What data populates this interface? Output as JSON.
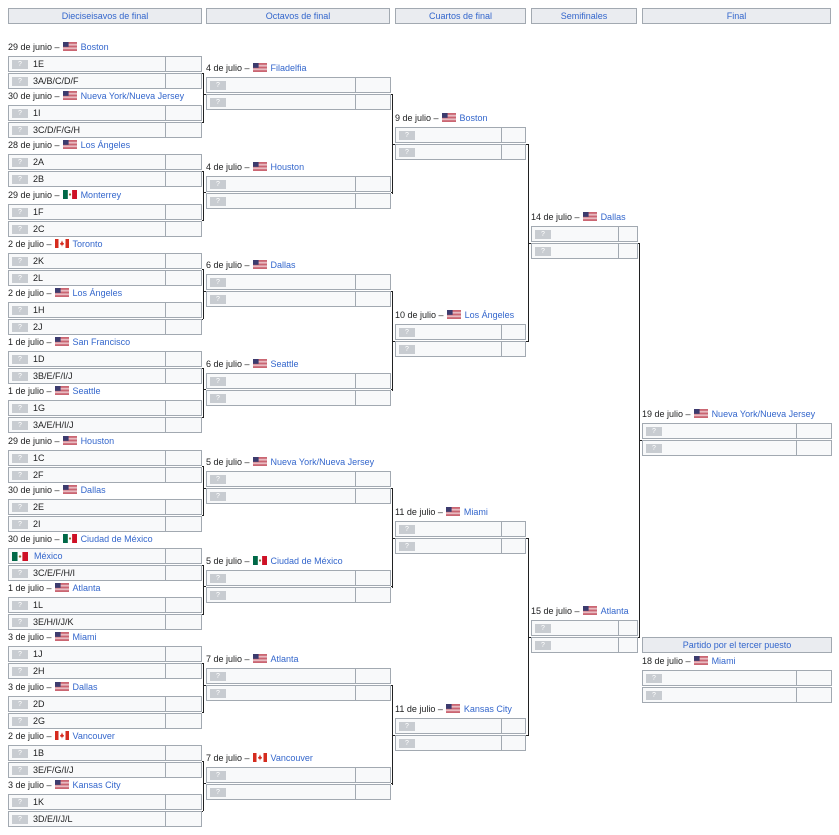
{
  "headers": {
    "r32": "Dieciseisavos de final",
    "r16": "Octavos de final",
    "qf": "Cuartos de final",
    "sf": "Semifinales",
    "final": "Final",
    "third": "Partido por el tercer puesto"
  },
  "unknown_mark": "?",
  "round_of_32": [
    {
      "date": "29 de junio",
      "flag": "us-flag",
      "venue": "Boston",
      "teams": [
        "1E",
        "3A/B/C/D/F"
      ]
    },
    {
      "date": "30 de junio",
      "flag": "us-flag",
      "venue": "Nueva York/Nueva Jersey",
      "teams": [
        "1I",
        "3C/D/F/G/H"
      ]
    },
    {
      "date": "28 de junio",
      "flag": "us-flag",
      "venue": "Los Ángeles",
      "teams": [
        "2A",
        "2B"
      ]
    },
    {
      "date": "29 de junio",
      "flag": "mx-flag",
      "venue": "Monterrey",
      "teams": [
        "1F",
        "2C"
      ]
    },
    {
      "date": "2 de julio",
      "flag": "ca-flag",
      "venue": "Toronto",
      "teams": [
        "2K",
        "2L"
      ]
    },
    {
      "date": "2 de julio",
      "flag": "us-flag",
      "venue": "Los Ángeles",
      "teams": [
        "1H",
        "2J"
      ]
    },
    {
      "date": "1 de julio",
      "flag": "us-flag",
      "venue": "San Francisco",
      "teams": [
        "1D",
        "3B/E/F/I/J"
      ]
    },
    {
      "date": "1 de julio",
      "flag": "us-flag",
      "venue": "Seattle",
      "teams": [
        "1G",
        "3A/E/H/I/J"
      ]
    },
    {
      "date": "29 de junio",
      "flag": "us-flag",
      "venue": "Houston",
      "teams": [
        "1C",
        "2F"
      ]
    },
    {
      "date": "30 de junio",
      "flag": "us-flag",
      "venue": "Dallas",
      "teams": [
        "2E",
        "2I"
      ]
    },
    {
      "date": "30 de junio",
      "flag": "mx-flag",
      "venue": "Ciudad de México",
      "teams": [
        "México",
        "3C/E/F/H/I"
      ],
      "country_first": true
    },
    {
      "date": "1 de julio",
      "flag": "us-flag",
      "venue": "Atlanta",
      "teams": [
        "1L",
        "3E/H/I/J/K"
      ]
    },
    {
      "date": "3 de julio",
      "flag": "us-flag",
      "venue": "Miami",
      "teams": [
        "1J",
        "2H"
      ]
    },
    {
      "date": "3 de julio",
      "flag": "us-flag",
      "venue": "Dallas",
      "teams": [
        "2D",
        "2G"
      ]
    },
    {
      "date": "2 de julio",
      "flag": "ca-flag",
      "venue": "Vancouver",
      "teams": [
        "1B",
        "3E/F/G/I/J"
      ]
    },
    {
      "date": "3 de julio",
      "flag": "us-flag",
      "venue": "Kansas City",
      "teams": [
        "1K",
        "3D/E/I/J/L"
      ]
    }
  ],
  "round_of_16": [
    {
      "date": "4 de julio",
      "flag": "us-flag",
      "venue": "Filadelfia"
    },
    {
      "date": "4 de julio",
      "flag": "us-flag",
      "venue": "Houston"
    },
    {
      "date": "6 de julio",
      "flag": "us-flag",
      "venue": "Dallas"
    },
    {
      "date": "6 de julio",
      "flag": "us-flag",
      "venue": "Seattle"
    },
    {
      "date": "5 de julio",
      "flag": "us-flag",
      "venue": "Nueva York/Nueva Jersey"
    },
    {
      "date": "5 de julio",
      "flag": "mx-flag",
      "venue": "Ciudad de México"
    },
    {
      "date": "7 de julio",
      "flag": "us-flag",
      "venue": "Atlanta"
    },
    {
      "date": "7 de julio",
      "flag": "ca-flag",
      "venue": "Vancouver"
    }
  ],
  "quarterfinals": [
    {
      "date": "9 de julio",
      "flag": "us-flag",
      "venue": "Boston"
    },
    {
      "date": "10 de julio",
      "flag": "us-flag",
      "venue": "Los Ángeles"
    },
    {
      "date": "11 de julio",
      "flag": "us-flag",
      "venue": "Miami"
    },
    {
      "date": "11 de julio",
      "flag": "us-flag",
      "venue": "Kansas City"
    }
  ],
  "semifinals": [
    {
      "date": "14 de julio",
      "flag": "us-flag",
      "venue": "Dallas"
    },
    {
      "date": "15 de julio",
      "flag": "us-flag",
      "venue": "Atlanta"
    }
  ],
  "final": {
    "date": "19 de julio",
    "flag": "us-flag",
    "venue": "Nueva York/Nueva Jersey"
  },
  "third_place": {
    "date": "18 de julio",
    "flag": "us-flag",
    "venue": "Miami"
  },
  "colors": {
    "link": "#3366cc",
    "border": "#a2a9b1",
    "header_bg": "#eaecf0",
    "cell_bg": "#f8f9fa",
    "placeholder": "#c8ccd1",
    "connector": "#202122"
  }
}
